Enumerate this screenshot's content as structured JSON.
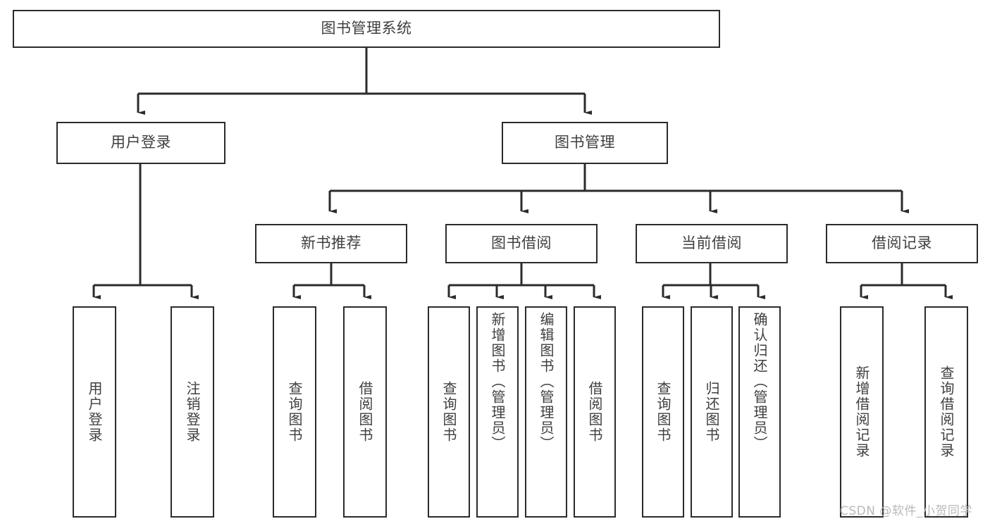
{
  "diagram": {
    "title": "图书管理系统",
    "watermark": "CSDN @软件_小贺同学",
    "line_color": "#2b2b2b",
    "box_fill": "#ffffff",
    "text_color": "#3f3f3f"
  },
  "nodes": {
    "root": {
      "label": "图书管理系统"
    },
    "level2": [
      {
        "id": "user-login",
        "label": "用户登录"
      },
      {
        "id": "book-management",
        "label": "图书管理"
      }
    ],
    "level3": [
      {
        "id": "new-book-recommend",
        "label": "新书推荐"
      },
      {
        "id": "book-borrow",
        "label": "图书借阅"
      },
      {
        "id": "current-borrow",
        "label": "当前借阅"
      },
      {
        "id": "borrow-record",
        "label": "借阅记录"
      }
    ],
    "leaves": {
      "user_login": [
        {
          "id": "leaf-user-login",
          "label": "用户登录"
        },
        {
          "id": "leaf-logout",
          "label": "注销登录"
        }
      ],
      "new_book_recommend": [
        {
          "id": "leaf-query-book-1",
          "label": "查询图书"
        },
        {
          "id": "leaf-borrow-book-1",
          "label": "借阅图书"
        }
      ],
      "book_borrow": [
        {
          "id": "leaf-query-book-2",
          "label": "查询图书"
        },
        {
          "id": "leaf-add-book-admin",
          "label": "新增图书（管理员）"
        },
        {
          "id": "leaf-edit-book-admin",
          "label": "编辑图书（管理员）"
        },
        {
          "id": "leaf-borrow-book-2",
          "label": "借阅图书"
        }
      ],
      "current_borrow": [
        {
          "id": "leaf-query-book-3",
          "label": "查询图书"
        },
        {
          "id": "leaf-return-book",
          "label": "归还图书"
        },
        {
          "id": "leaf-confirm-return-admin",
          "label": "确认归还（管理员）"
        }
      ],
      "borrow_record": [
        {
          "id": "leaf-add-borrow-record",
          "label": "新增借阅记录"
        },
        {
          "id": "leaf-query-borrow-record",
          "label": "查询借阅记录"
        }
      ]
    }
  }
}
